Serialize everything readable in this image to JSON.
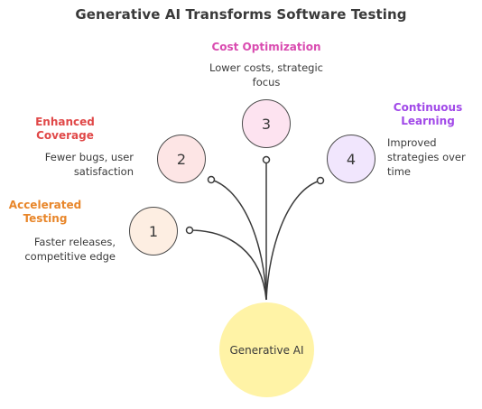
{
  "title": "Generative AI Transforms Software Testing",
  "center": {
    "label": "Generative AI",
    "color": "#fff3a6"
  },
  "items": [
    {
      "number": "1",
      "heading": [
        "Accelerated",
        "Testing"
      ],
      "description": "Faster releases, competitive edge",
      "heading_color": "#e8862a",
      "fill_color": "#fdeee2"
    },
    {
      "number": "2",
      "heading": [
        "Enhanced",
        "Coverage"
      ],
      "description": "Fewer bugs, user satisfaction",
      "heading_color": "#e04848",
      "fill_color": "#fde5e5"
    },
    {
      "number": "3",
      "heading": [
        "Cost Optimization"
      ],
      "description": "Lower costs, strategic focus",
      "heading_color": "#d94bb0",
      "fill_color": "#fde3f0"
    },
    {
      "number": "4",
      "heading": [
        "Continuous",
        "Learning"
      ],
      "description": "Improved strategies over time",
      "heading_color": "#a149e8",
      "fill_color": "#f1e6fd"
    }
  ]
}
